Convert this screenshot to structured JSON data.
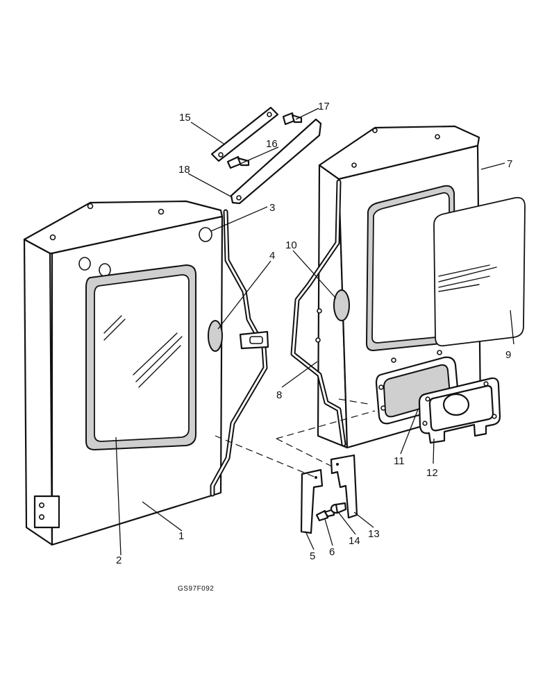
{
  "diagram": {
    "figure_code": "GS97F092",
    "callouts": {
      "c1": "1",
      "c2": "2",
      "c3": "3",
      "c4": "4",
      "c5": "5",
      "c6": "6",
      "c7": "7",
      "c8": "8",
      "c9": "9",
      "c10": "10",
      "c11": "11",
      "c12": "12",
      "c13": "13",
      "c14": "14",
      "c15": "15",
      "c16": "16",
      "c17": "17",
      "c18": "18"
    }
  }
}
